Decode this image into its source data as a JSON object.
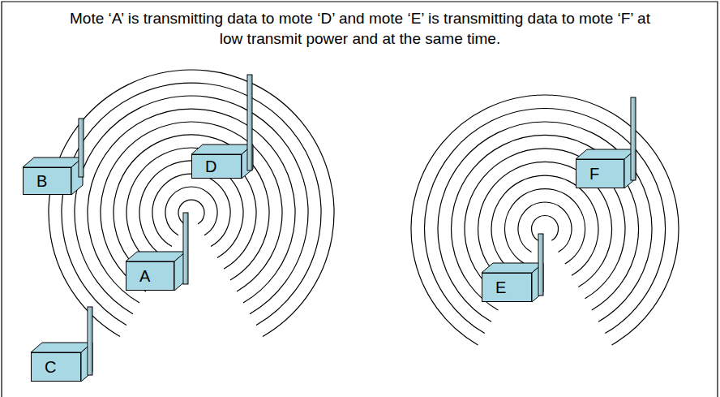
{
  "diagram": {
    "title": "Mote ‘A’ is transmitting data to mote ‘D’ and mote ‘E’ is transmitting data to mote ‘F’ at low transmit power and at the same time.",
    "nodes": [
      {
        "text": [
          "B"
        ]
      },
      {
        "text": [
          "D"
        ]
      },
      {
        "text": [
          "A"
        ]
      },
      {
        "text": [
          "C"
        ]
      },
      {
        "text": [
          "E"
        ]
      },
      {
        "text": [
          "F"
        ]
      }
    ]
  }
}
